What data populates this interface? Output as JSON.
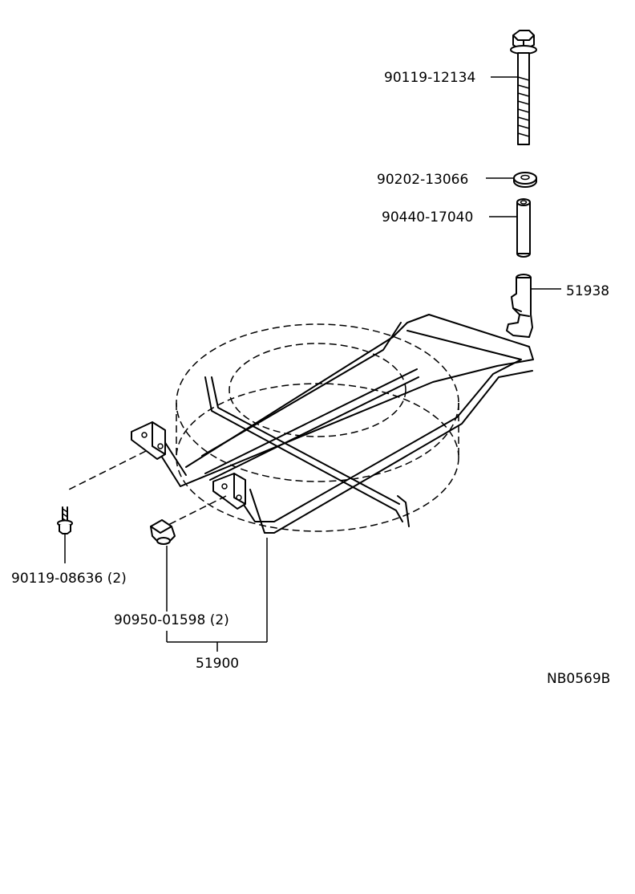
{
  "parts": {
    "bolt_long": "90119-12134",
    "washer": "90202-13066",
    "collar": "90440-17040",
    "hook": "51938",
    "bolt_short": "90119-08636 (2)",
    "cushion": "90950-01598 (2)",
    "carrier_assy": "51900"
  },
  "diagram_code": "NB0569B"
}
